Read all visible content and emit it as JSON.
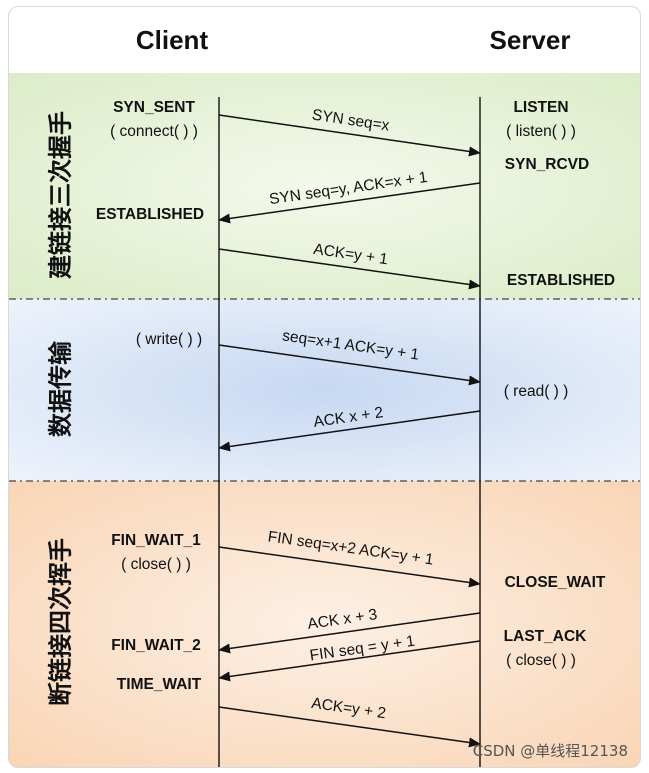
{
  "headers": {
    "client": "Client",
    "server": "Server"
  },
  "phases": [
    {
      "label": "建链接三次握手",
      "color": "#e3f0d3"
    },
    {
      "label": "数据传输",
      "color": "#d9e5f7"
    },
    {
      "label": "断链接四次挥手",
      "color": "#fbe0cb"
    }
  ],
  "client_labels": [
    {
      "text": "SYN_SENT",
      "kind": "state"
    },
    {
      "text": "( connect( ) )",
      "kind": "call"
    },
    {
      "text": "ESTABLISHED",
      "kind": "state"
    },
    {
      "text": "( write( ) )",
      "kind": "call"
    },
    {
      "text": "FIN_WAIT_1",
      "kind": "state"
    },
    {
      "text": "( close( ) )",
      "kind": "call"
    },
    {
      "text": "FIN_WAIT_2",
      "kind": "state"
    },
    {
      "text": "TIME_WAIT",
      "kind": "state"
    }
  ],
  "server_labels": [
    {
      "text": "LISTEN",
      "kind": "state"
    },
    {
      "text": "( listen( ) )",
      "kind": "call"
    },
    {
      "text": "SYN_RCVD",
      "kind": "state"
    },
    {
      "text": "ESTABLISHED",
      "kind": "state"
    },
    {
      "text": "( read( ) )",
      "kind": "call"
    },
    {
      "text": "CLOSE_WAIT",
      "kind": "state"
    },
    {
      "text": "LAST_ACK",
      "kind": "state"
    },
    {
      "text": "( close( ) )",
      "kind": "call"
    }
  ],
  "messages": [
    {
      "text": "SYN seq=x",
      "direction": "client-to-server"
    },
    {
      "text": "SYN seq=y, ACK=x + 1",
      "direction": "server-to-client"
    },
    {
      "text": "ACK=y + 1",
      "direction": "client-to-server"
    },
    {
      "text": "seq=x+1 ACK=y + 1",
      "direction": "client-to-server"
    },
    {
      "text": "ACK x + 2",
      "direction": "server-to-client"
    },
    {
      "text": "FIN seq=x+2 ACK=y + 1",
      "direction": "client-to-server"
    },
    {
      "text": "ACK x + 3",
      "direction": "server-to-client"
    },
    {
      "text": "FIN seq = y + 1",
      "direction": "server-to-client"
    },
    {
      "text": "ACK=y + 2",
      "direction": "client-to-server"
    }
  ],
  "watermark": "CSDN @单线程12138"
}
